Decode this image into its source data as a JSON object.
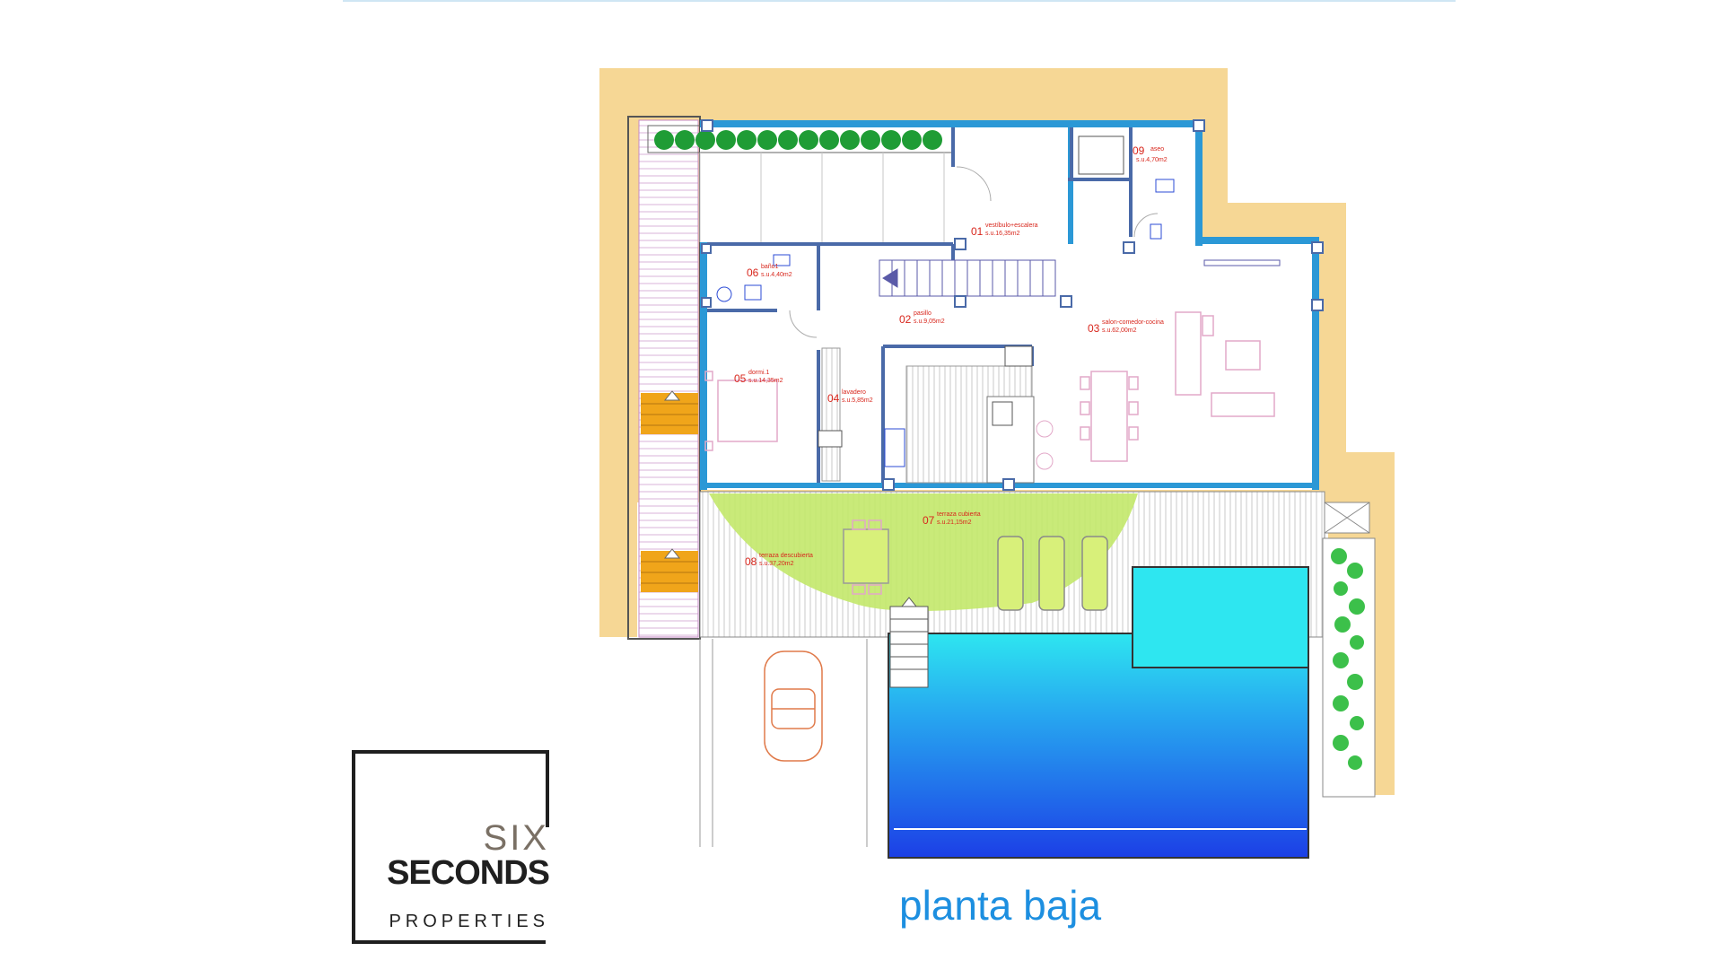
{
  "plan": {
    "caption": "planta baja",
    "colors": {
      "land": "#f6d795",
      "wall": "#2b98d6",
      "red_label": "#d8261c",
      "terrace": "#c3e86a",
      "pool_top": "#2ee6f0",
      "pool_bottom": "#1c3fe6",
      "tree": "#1f9c35",
      "step": "#f0a51a",
      "accent": "#1d8fe0"
    },
    "rooms": [
      {
        "num": "01",
        "name": "vestíbulo+escalera",
        "area": "s.u.16,35m2"
      },
      {
        "num": "02",
        "name": "pasillo",
        "area": "s.u.9,05m2"
      },
      {
        "num": "03",
        "name": "salon-comedor-cocina",
        "area": "s.u.62,00m2"
      },
      {
        "num": "04",
        "name": "lavadero",
        "area": "s.u.5,85m2"
      },
      {
        "num": "05",
        "name": "dormi.1",
        "area": "s.u.14,35m2"
      },
      {
        "num": "06",
        "name": "baño1",
        "area": "s.u.4,40m2"
      },
      {
        "num": "07",
        "name": "terraza cubierta",
        "area": "s.u.21,15m2"
      },
      {
        "num": "08",
        "name": "terraza descubierta",
        "area": "s.u.37,20m2"
      },
      {
        "num": "09",
        "name": "aseo",
        "area": "s.u.4,70m2"
      }
    ]
  },
  "logo": {
    "line1": "SIX",
    "line2": "SECONDS",
    "line3": "PROPERTIES"
  }
}
